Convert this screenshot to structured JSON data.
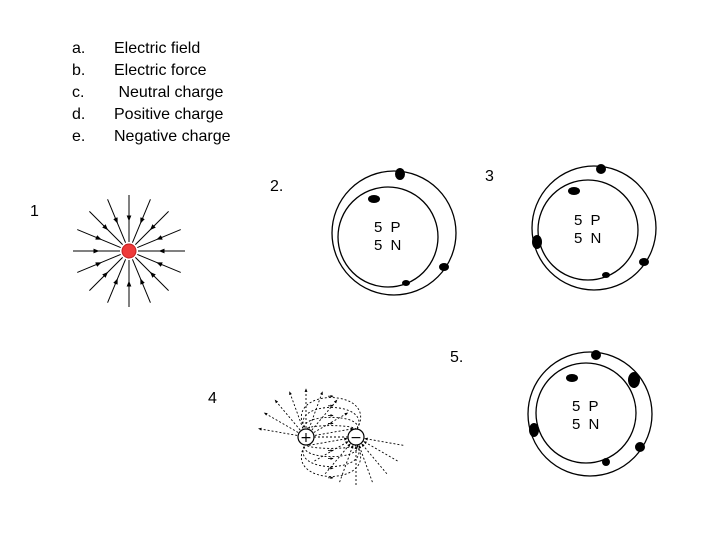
{
  "legend": {
    "items": [
      {
        "letter": "a.",
        "label": "Electric field"
      },
      {
        "letter": "b.",
        "label": "Electric force"
      },
      {
        "letter": "c.",
        "label": " Neutral charge"
      },
      {
        "letter": "d.",
        "label": "Positive charge"
      },
      {
        "letter": "e.",
        "label": "Negative charge"
      }
    ]
  },
  "numbers": {
    "n1": "1",
    "n2": "2.",
    "n3": "3",
    "n4": "4",
    "n5": "5."
  },
  "atoms": {
    "protons": "5 P",
    "neutrons": "5 N"
  },
  "dipole": {
    "plus": "+",
    "minus": "−"
  },
  "colors": {
    "point_charge": "#ee3b3b",
    "ink": "#000000"
  }
}
